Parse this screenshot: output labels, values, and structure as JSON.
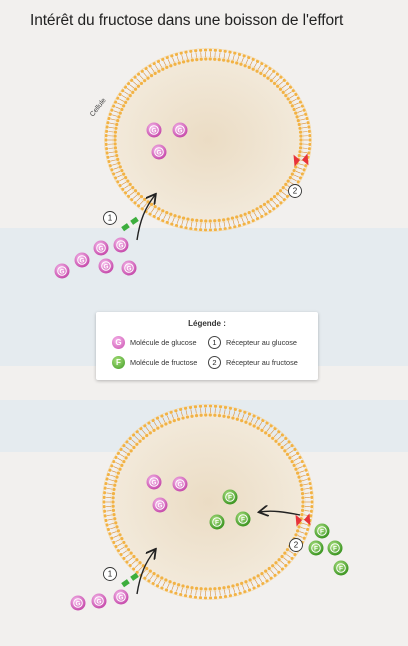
{
  "title": "Intérêt du fructose dans une boisson de l'effort",
  "cell_label": "Cellule",
  "legend": {
    "title": "Légende :",
    "glucose_label": "Molécule de glucose",
    "fructose_label": "Molécule de fructose",
    "receptor1_label": "Récepteur au glucose",
    "receptor2_label": "Récepteur au fructose"
  },
  "symbols": {
    "glucose": "G",
    "fructose": "F",
    "r1": "1",
    "r2": "2"
  },
  "colors": {
    "glucose": "#d05cb5",
    "fructose": "#4aa52c",
    "cytoplasm": "#efe2cf",
    "membrane": "#f2b244",
    "receptor1": "#3dae3d",
    "receptor2": "#e8333a"
  }
}
